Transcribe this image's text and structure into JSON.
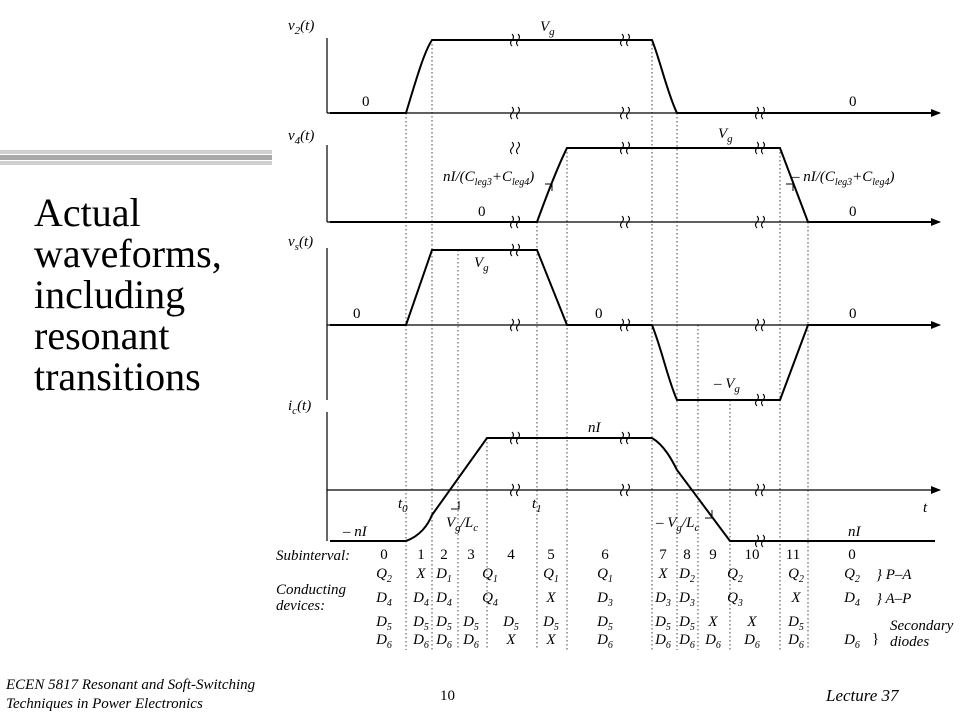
{
  "slide": {
    "title_lines": [
      "Actual",
      "waveforms,",
      "including",
      "resonant",
      "transitions"
    ],
    "footer_left_1": "ECEN 5817  Resonant and Soft-Switching",
    "footer_left_2": "Techniques in Power Electronics",
    "page_number": "10",
    "footer_right": "Lecture 37"
  },
  "waveforms": {
    "v2": {
      "name": "v",
      "sub": "2",
      "arg": "(t)",
      "zero_left": "0",
      "zero_right": "0",
      "peak": "V",
      "peak_sub": "g"
    },
    "v4": {
      "name": "v",
      "sub": "4",
      "arg": "(t)",
      "zero_left": "0",
      "zero_right": "0",
      "peak": "V",
      "peak_sub": "g",
      "slope_left_pre": "nI/(C",
      "slope_right_pre": "– nI/(C",
      "leg3": "leg3",
      "plus": "+C",
      "leg4": "leg4",
      "close": ")"
    },
    "vs": {
      "name": "v",
      "sub": "s",
      "arg": "(t)",
      "zero_left": "0",
      "zero_mid": "0",
      "zero_right": "0",
      "peak": "V",
      "peak_sub": "g",
      "neg": "– V",
      "neg_sub": "g"
    },
    "ic": {
      "name": "i",
      "sub": "c",
      "arg": "(t)",
      "top": "nI",
      "neg_left": "– nI",
      "neg_right": "nI",
      "t0": "t",
      "t0_sub": "0",
      "t1": "t",
      "t1_sub": "1",
      "t_axis": "t",
      "slope_up_a": "V",
      "slope_up_b": "g",
      "slope_up_c": "/L",
      "slope_up_d": "c",
      "slope_dn_a": "– V",
      "slope_dn_b": "g",
      "slope_dn_c": "/L",
      "slope_dn_d": "c"
    }
  },
  "table": {
    "subinterval_label": "Subinterval:",
    "conducting_label_1": "Conducting",
    "conducting_label_2": "devices:",
    "subintervals": [
      "0",
      "1",
      "2",
      "3",
      "4",
      "5",
      "6",
      "7",
      "8",
      "9",
      "10",
      "11",
      "0"
    ],
    "row_pa": [
      "Q2",
      "X",
      "D1",
      "Q1",
      "Q1",
      "Q1",
      "X",
      "D2",
      "Q2",
      "Q2",
      "Q2"
    ],
    "row_ap": [
      "D4",
      "D4",
      "D4",
      "Q4",
      "X",
      "D3",
      "D3",
      "D3",
      "Q3",
      "X",
      "D4"
    ],
    "row_sd5": [
      "D5",
      "D5",
      "D5",
      "D5",
      "D5",
      "D5",
      "D5",
      "D5",
      "D5",
      "X",
      "X",
      "D5"
    ],
    "row_sd6": [
      "D6",
      "D6",
      "D6",
      "D6",
      "X",
      "X",
      "D6",
      "D6",
      "D6",
      "D6",
      "D6",
      "D6",
      "D6"
    ],
    "label_pa": "P–A",
    "label_ap": "A–P",
    "label_secondary_1": "Secondary",
    "label_secondary_2": "diodes"
  }
}
